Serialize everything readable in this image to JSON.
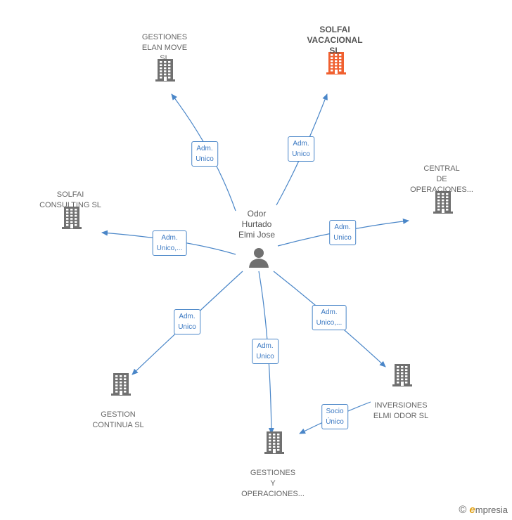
{
  "center": {
    "label": "Odor\nHurtado\nElmi Jose",
    "icon": "person-icon"
  },
  "companies": [
    {
      "id": "gestiones-elan",
      "label": "GESTIONES\nELAN MOVE\nSL",
      "color": "#707070",
      "highlight": false,
      "icon": "building-icon"
    },
    {
      "id": "solfai-vacacional",
      "label": "SOLFAI\nVACACIONAL\nSL",
      "color": "#f06030",
      "highlight": true,
      "icon": "building-icon"
    },
    {
      "id": "central-operaciones",
      "label": "CENTRAL\nDE\nOPERACIONES...",
      "color": "#707070",
      "highlight": false,
      "icon": "building-icon"
    },
    {
      "id": "solfai-consulting",
      "label": "SOLFAI\nCONSULTING SL",
      "color": "#707070",
      "highlight": false,
      "icon": "building-icon"
    },
    {
      "id": "inversiones-elmi",
      "label": "INVERSIONES\nELMI ODOR SL",
      "color": "#707070",
      "highlight": false,
      "icon": "building-icon"
    },
    {
      "id": "gestion-continua",
      "label": "GESTION\nCONTINUA SL",
      "color": "#707070",
      "highlight": false,
      "icon": "building-icon"
    },
    {
      "id": "gestiones-operaciones",
      "label": "GESTIONES\nY\nOPERACIONES...",
      "color": "#707070",
      "highlight": false,
      "icon": "building-icon"
    }
  ],
  "edges": [
    {
      "from": "center",
      "to": "gestiones-elan",
      "label": "Adm.\nUnico"
    },
    {
      "from": "center",
      "to": "solfai-vacacional",
      "label": "Adm.\nUnico"
    },
    {
      "from": "center",
      "to": "central-operaciones",
      "label": "Adm.\nUnico"
    },
    {
      "from": "center",
      "to": "solfai-consulting",
      "label": "Adm.\nUnico,..."
    },
    {
      "from": "center",
      "to": "inversiones-elmi",
      "label": "Adm.\nUnico,..."
    },
    {
      "from": "center",
      "to": "gestion-continua",
      "label": "Adm.\nUnico"
    },
    {
      "from": "center",
      "to": "gestiones-operaciones",
      "label": "Adm.\nUnico"
    },
    {
      "from": "inversiones-elmi",
      "to": "gestiones-operaciones",
      "label": "Socio\nÚnico"
    }
  ],
  "style": {
    "edge_color": "#4a86c8",
    "icon_color": "#707070",
    "highlight_color": "#f06030"
  },
  "brand": {
    "copyright": "©",
    "initial": "e",
    "name": "mpresia"
  }
}
